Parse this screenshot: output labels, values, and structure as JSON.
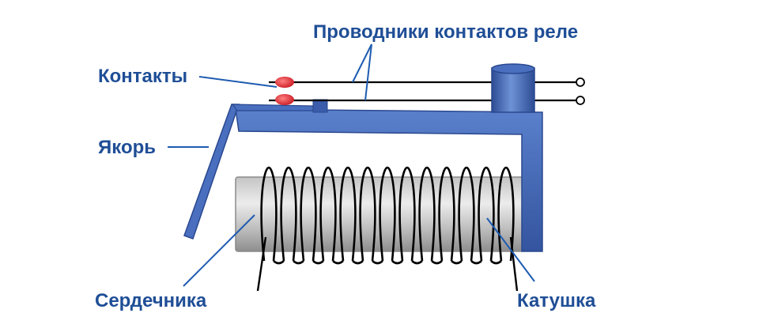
{
  "labels": {
    "conductors": "Проводники контактов реле",
    "contacts": "Контакты",
    "armature": "Якорь",
    "core": "Сердечника",
    "coil": "Катушка"
  },
  "colors": {
    "label": "#1f4e96",
    "frame": "#3f67b8",
    "frame_dark": "#2f4f99",
    "leader": "#1f5cb0",
    "contact": "#e0202a",
    "core_light": "#e6e6e6",
    "core_dark": "#9c9c9c",
    "wire": "#000000"
  },
  "coil_turns": 13
}
